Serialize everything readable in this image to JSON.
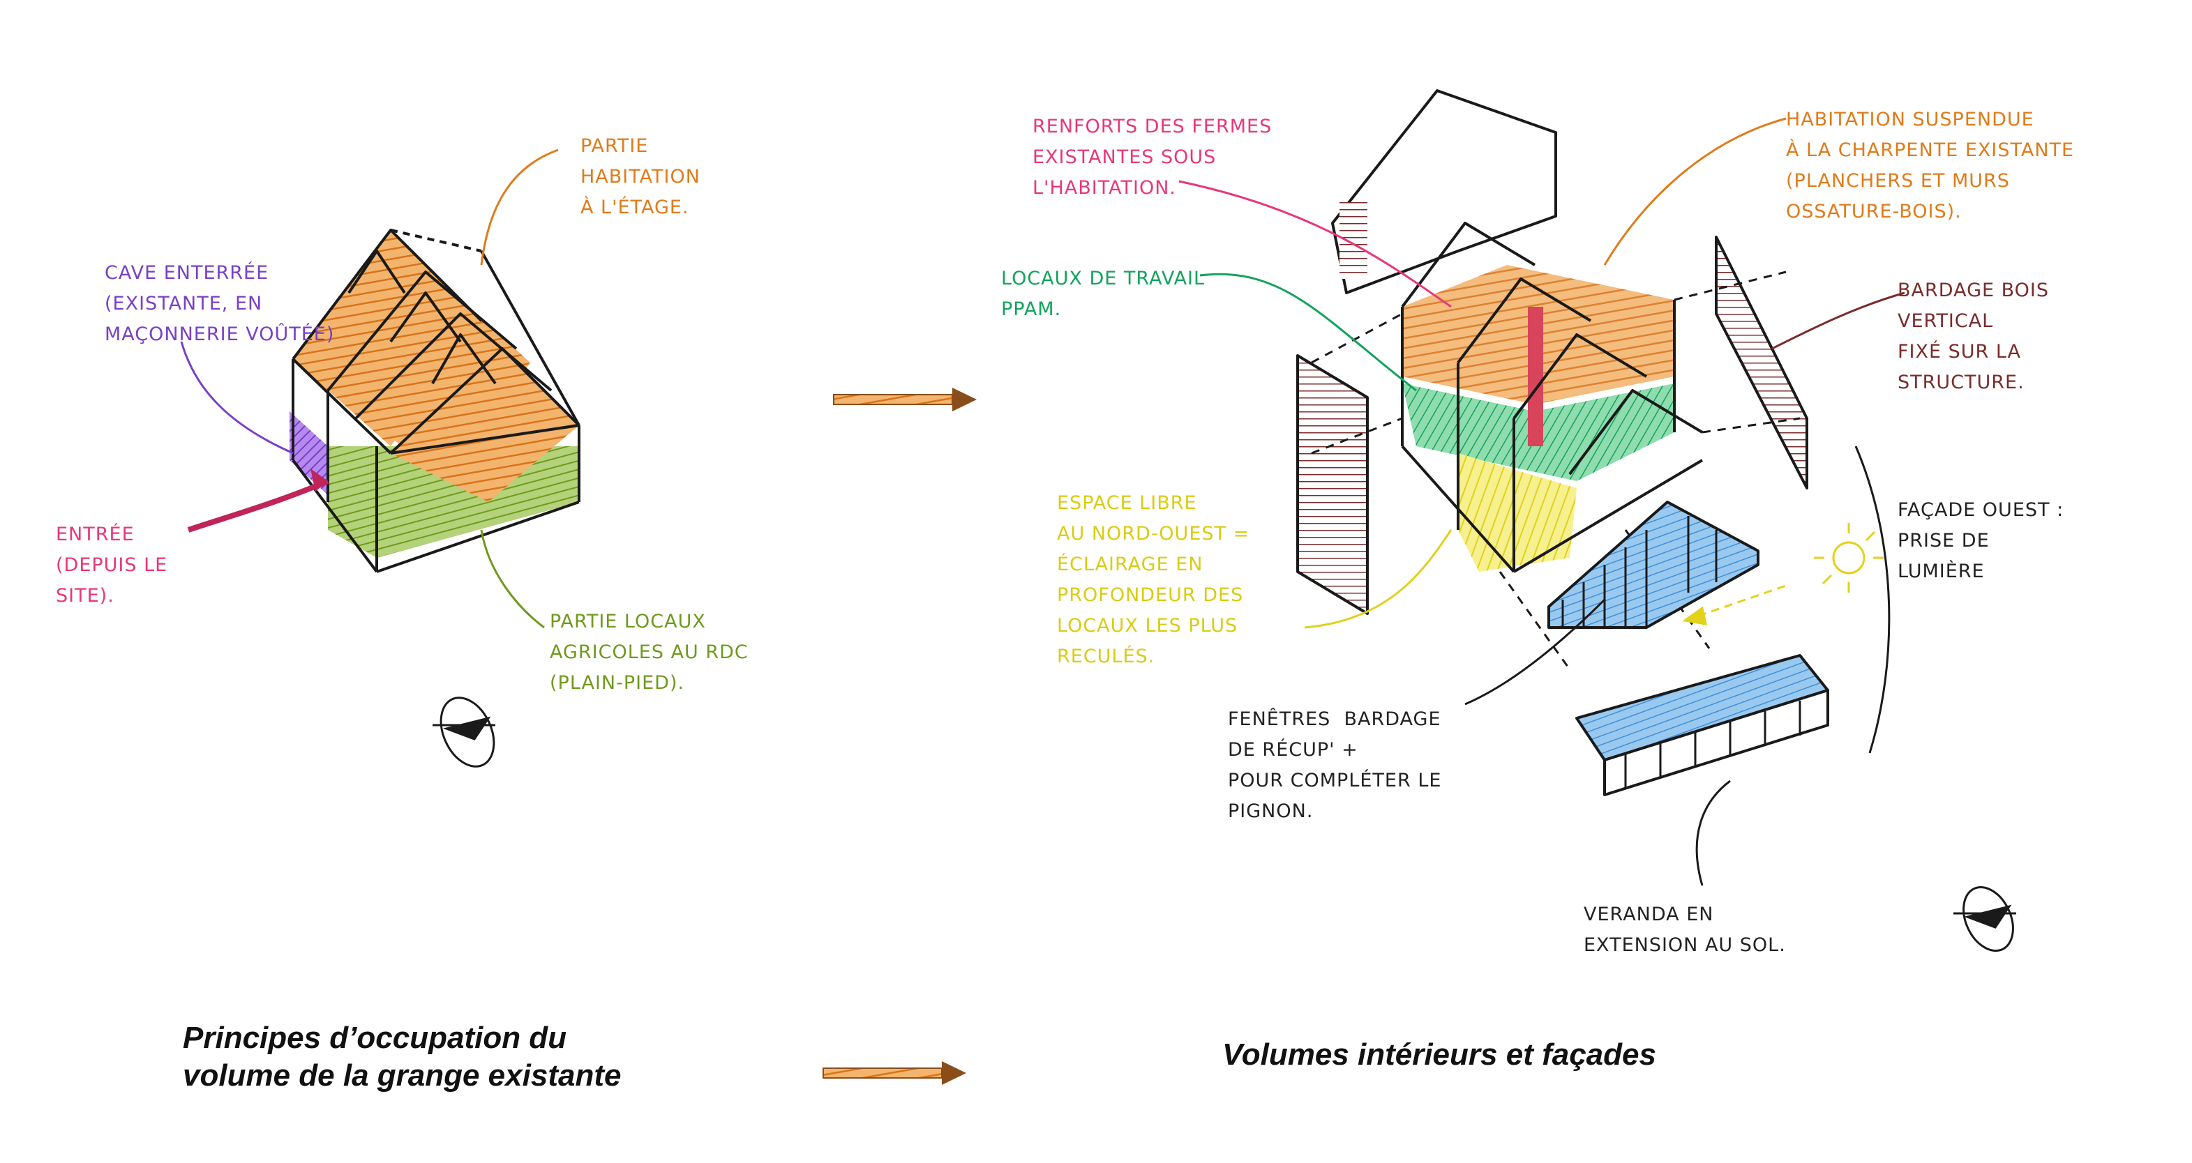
{
  "colors": {
    "habitation": "#e89a4a",
    "agricole": "#8ab43d",
    "cave": "#8a4be0",
    "travail": "#2fbd6c",
    "espace_libre": "#f1e84a",
    "vitrage": "#3f8fd8",
    "bardage": "#7a2b2b",
    "ink": "#1a1a1a",
    "arrow": "#c97a3a"
  },
  "left": {
    "partie_habitation": "Partie\nhabitation\nà l'étage.",
    "cave": "Cave enterrée\n(existante, en\nmaçonnerie voûtée)",
    "entree": "Entrée\n(depuis le\nsite).",
    "locaux_agricoles": "Partie locaux\nagricoles au RDC\n(plain-pied).",
    "caption": "Principes d’occupation du\nvolume de la grange existante"
  },
  "right": {
    "renforts": "Renforts des fermes\nexistantes sous\nl'habitation.",
    "habitation_suspendue": "Habitation suspendue\nà la charpente existante\n(planchers et murs\nossature-bois).",
    "locaux_travail": "Locaux de travail\nPPAM.",
    "bardage_bois": "Bardage bois\nvertical\nfixé sur la\nstructure.",
    "espace_libre": "Espace libre\nau nord-ouest =\néclairage en\nprofondeur des\nlocaux les plus\nreculés.",
    "facade_ouest": "Façade ouest :\nprise de\nlumière",
    "fenetres_bardage": "Fenêtres  bardage\nde récup' +\npour compléter le\npignon.",
    "veranda": "Veranda en\nextension au sol.",
    "caption": "Volumes intérieurs et façades"
  }
}
